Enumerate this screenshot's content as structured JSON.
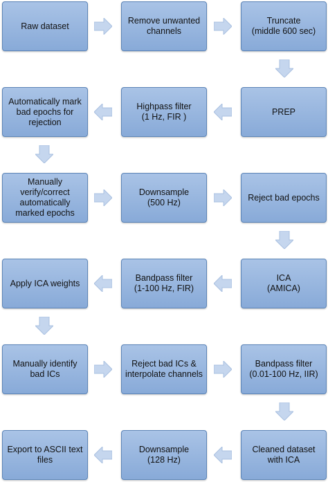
{
  "boxes": [
    {
      "id": "raw-dataset",
      "label": "Raw dataset"
    },
    {
      "id": "remove-unwanted-channels",
      "label": "Remove unwanted\nchannels"
    },
    {
      "id": "truncate",
      "label": "Truncate\n(middle 600 sec)"
    },
    {
      "id": "auto-mark-bad-epochs",
      "label": "Automatically mark\nbad epochs for\nrejection"
    },
    {
      "id": "highpass-filter",
      "label": "Highpass filter\n(1 Hz, FIR )"
    },
    {
      "id": "prep",
      "label": "PREP"
    },
    {
      "id": "manually-verify",
      "label": "Manually\nverify/correct\nautomatically\nmarked epochs"
    },
    {
      "id": "downsample-500",
      "label": "Downsample\n(500 Hz)"
    },
    {
      "id": "reject-bad-epochs",
      "label": "Reject bad epochs"
    },
    {
      "id": "apply-ica-weights",
      "label": "Apply ICA weights"
    },
    {
      "id": "bandpass-filter-fir",
      "label": "Bandpass filter\n(1-100 Hz, FIR)"
    },
    {
      "id": "ica-amica",
      "label": "ICA\n(AMICA)"
    },
    {
      "id": "manually-identify-bad-ics",
      "label": "Manually identify\nbad ICs"
    },
    {
      "id": "reject-bad-ics",
      "label": "Reject bad ICs &\ninterpolate channels"
    },
    {
      "id": "bandpass-filter-iir",
      "label": "Bandpass filter\n(0.01-100 Hz, IIR)"
    },
    {
      "id": "export-ascii",
      "label": "Export to ASCII text\nfiles"
    },
    {
      "id": "downsample-128",
      "label": "Downsample\n(128 Hz)"
    },
    {
      "id": "cleaned-dataset",
      "label": "Cleaned dataset\nwith ICA"
    }
  ],
  "colors": {
    "box_fill": "#96b5de",
    "box_border": "#5b84b7",
    "arrow_fill": "#c5d6ee"
  }
}
